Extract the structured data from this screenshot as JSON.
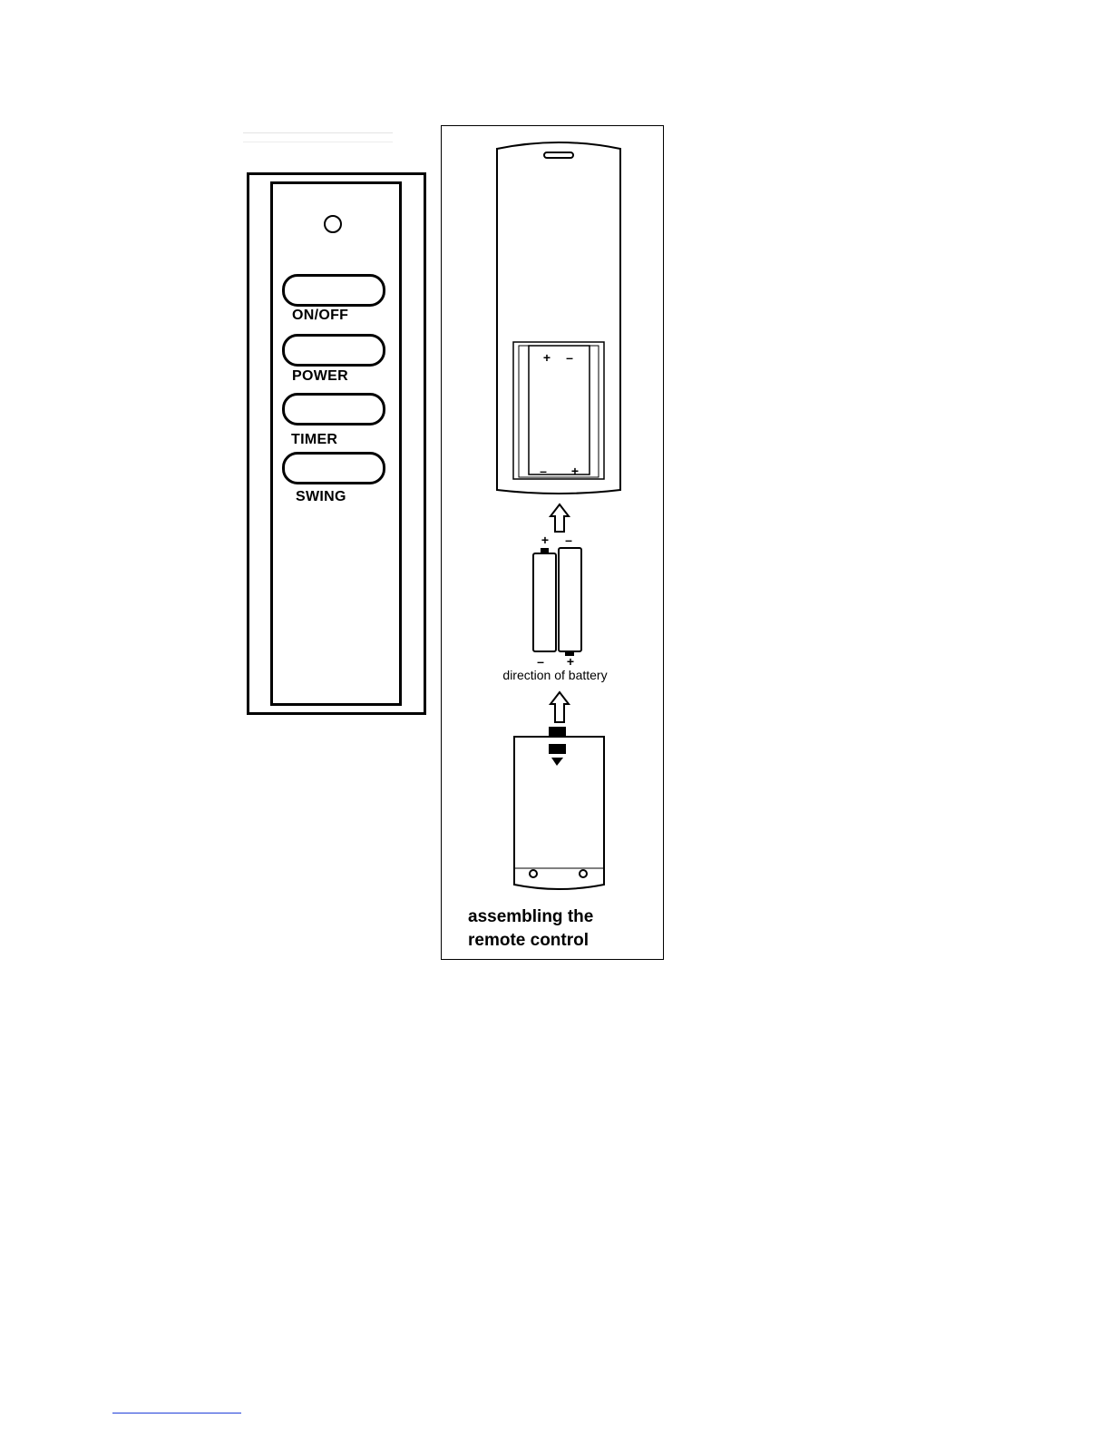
{
  "remote_front": {
    "buttons": [
      {
        "label": "ON/OFF"
      },
      {
        "label": "POWER"
      },
      {
        "label": "TIMER"
      },
      {
        "label": "SWING"
      }
    ]
  },
  "assembly": {
    "battery_direction_label": "direction of battery",
    "caption_line1": "assembling the",
    "caption_line2": "remote control",
    "polarity": {
      "plus": "+",
      "minus": "–"
    }
  }
}
